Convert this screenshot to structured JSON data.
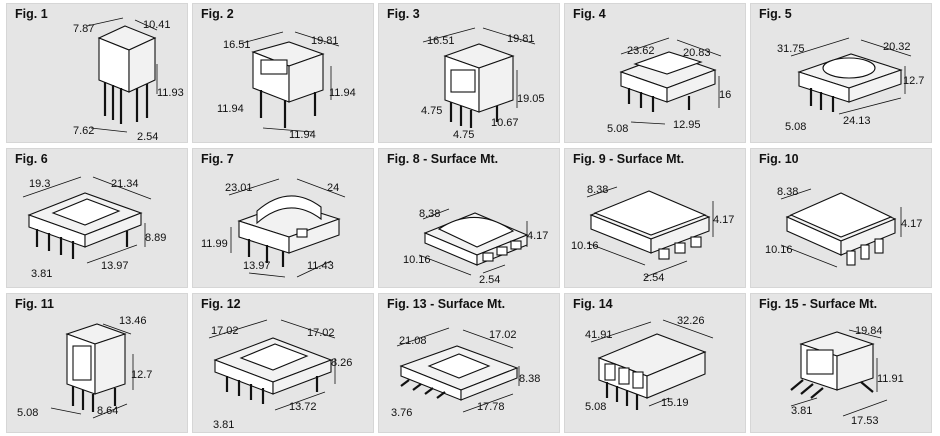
{
  "figures": [
    {
      "title": "Fig. 1",
      "dims": [
        "7.87",
        "10.41",
        "11.93",
        "7.62",
        "2.54"
      ]
    },
    {
      "title": "Fig. 2",
      "dims": [
        "16.51",
        "19.81",
        "11.94",
        "11.94",
        "11.94"
      ]
    },
    {
      "title": "Fig. 3",
      "dims": [
        "16.51",
        "19.81",
        "19.05",
        "4.75",
        "10.67",
        "4.75"
      ]
    },
    {
      "title": "Fig. 4",
      "dims": [
        "23.62",
        "20.83",
        "16",
        "5.08",
        "12.95"
      ]
    },
    {
      "title": "Fig. 5",
      "dims": [
        "31.75",
        "20.32",
        "12.7",
        "5.08",
        "24.13"
      ]
    },
    {
      "title": "Fig. 6",
      "dims": [
        "19.3",
        "21.34",
        "8.89",
        "3.81",
        "13.97"
      ]
    },
    {
      "title": "Fig. 7",
      "dims": [
        "23.01",
        "24",
        "11.99",
        "13.97",
        "11.43"
      ]
    },
    {
      "title": "Fig. 8 - Surface Mt.",
      "dims": [
        "8.38",
        "4.17",
        "10.16",
        "2.54"
      ]
    },
    {
      "title": "Fig. 9 - Surface Mt.",
      "dims": [
        "8.38",
        "4.17",
        "10.16",
        "2.54"
      ]
    },
    {
      "title": "Fig. 10",
      "dims": [
        "8.38",
        "4.17",
        "10.16"
      ]
    },
    {
      "title": "Fig. 11",
      "dims": [
        "13.46",
        "12.7",
        "5.08",
        "8.64"
      ]
    },
    {
      "title": "Fig. 12",
      "dims": [
        "17.02",
        "17.02",
        "8.26",
        "3.81",
        "13.72"
      ]
    },
    {
      "title": "Fig. 13 - Surface Mt.",
      "dims": [
        "21.08",
        "17.02",
        "8.38",
        "3.76",
        "17.78"
      ]
    },
    {
      "title": "Fig. 14",
      "dims": [
        "41.91",
        "32.26",
        "5.08",
        "15.19"
      ]
    },
    {
      "title": "Fig. 15 - Surface Mt.",
      "dims": [
        "19.84",
        "11.91",
        "3.81",
        "17.53"
      ]
    }
  ]
}
